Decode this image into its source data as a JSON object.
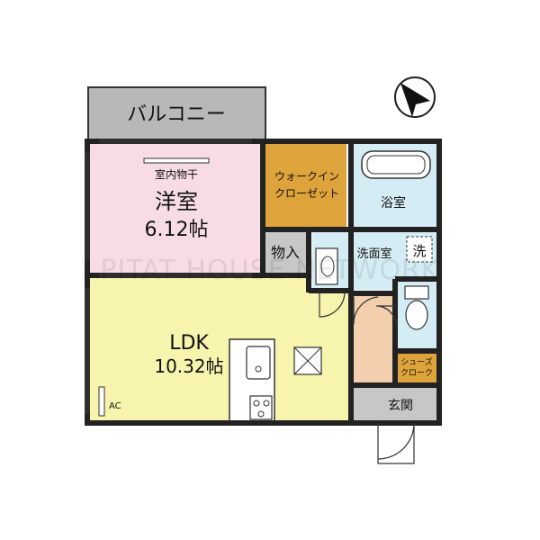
{
  "colors": {
    "balcony": "#b8b8b8",
    "bedroom": "#f7dde3",
    "closet": "#dea33a",
    "storage": "#c7c7c7",
    "bath": "#d4ecf3",
    "washroom": "#d4ecf3",
    "toilet": "#d4ecf3",
    "hall": "#f4cfae",
    "shoe": "#dea33a",
    "entrance": "#c7c7c7",
    "ldk": "#f7f4ae",
    "wall": "#222222"
  },
  "rooms": {
    "balcony": "バルコニー",
    "dry_room": "室内物干",
    "bedroom": "洋室",
    "bedroom_size": "6.12帖",
    "wic_line1": "ウォークイン",
    "wic_line2": "クローゼット",
    "storage": "物入",
    "bath": "浴室",
    "washroom": "洗面室",
    "washer": "洗",
    "ldk": "LDK",
    "ldk_size": "10.32帖",
    "ac": "AC",
    "shoe_line1": "シューズ",
    "shoe_line2": "クローク",
    "entrance": "玄関"
  },
  "watermark": "PITAT HOUSE NETWORK",
  "icons": [
    "compass-north-icon",
    "bathtub-icon",
    "toilet-icon",
    "washbasin-icon",
    "stove-icon",
    "sink-icon",
    "ceiling-vent-icon"
  ]
}
